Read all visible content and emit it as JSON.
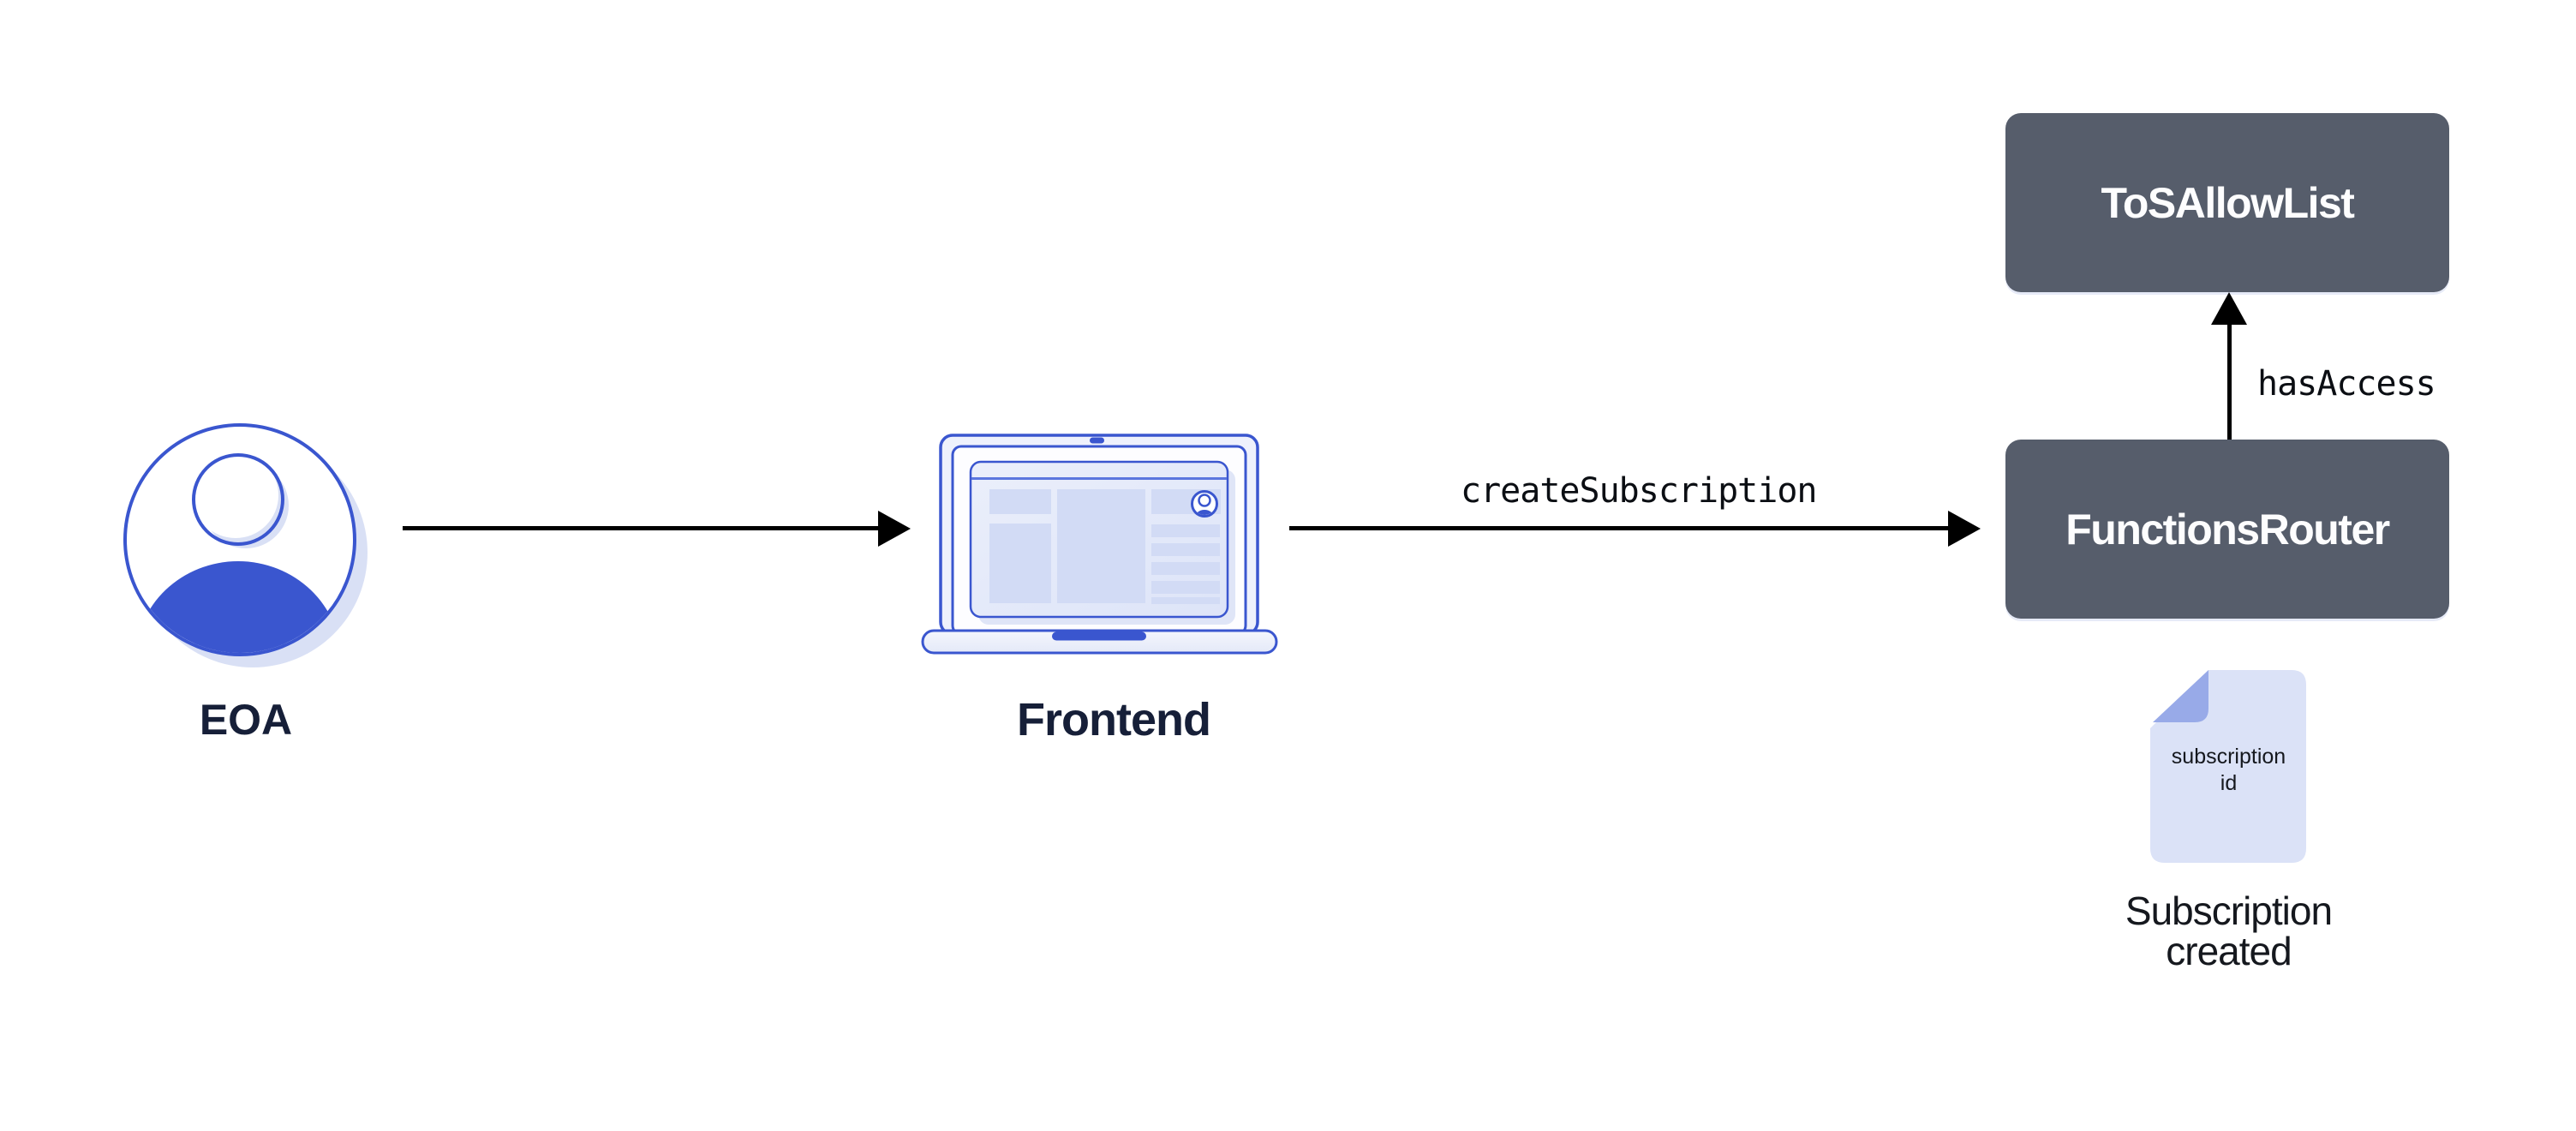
{
  "diagram": {
    "background": "#ffffff",
    "nodes": {
      "eoa": {
        "label": "EOA",
        "icon": "user-avatar-icon"
      },
      "frontend": {
        "label": "Frontend",
        "icon": "laptop-icon"
      },
      "functions_router": {
        "label": "FunctionsRouter"
      },
      "tos_allow_list": {
        "label": "ToSAllowList"
      }
    },
    "edges": {
      "eoa_to_frontend": {
        "direction": "right"
      },
      "frontend_to_router": {
        "label": "createSubscription",
        "direction": "right"
      },
      "router_to_allowlist": {
        "label": "hasAccess",
        "direction": "up"
      }
    },
    "artifact": {
      "icon": "document-icon",
      "doc_text_line1": "subscription",
      "doc_text_line2": "id",
      "caption_line1": "Subscription",
      "caption_line2": "created"
    },
    "colors": {
      "accent_blue": "#3a56cf",
      "light_blue_shadow": "#d9e0f5",
      "node_dark": "#565d6b",
      "laptop_fill": "#eef1fc",
      "screen_card": "#e4e9fa",
      "screen_blocks": "#d2dbf5",
      "doc_fill": "#dbe2f7",
      "doc_fold": "#98aae8",
      "label_dark": "#161f38",
      "arrow_black": "#000000",
      "box_text": "#ffffff"
    }
  }
}
